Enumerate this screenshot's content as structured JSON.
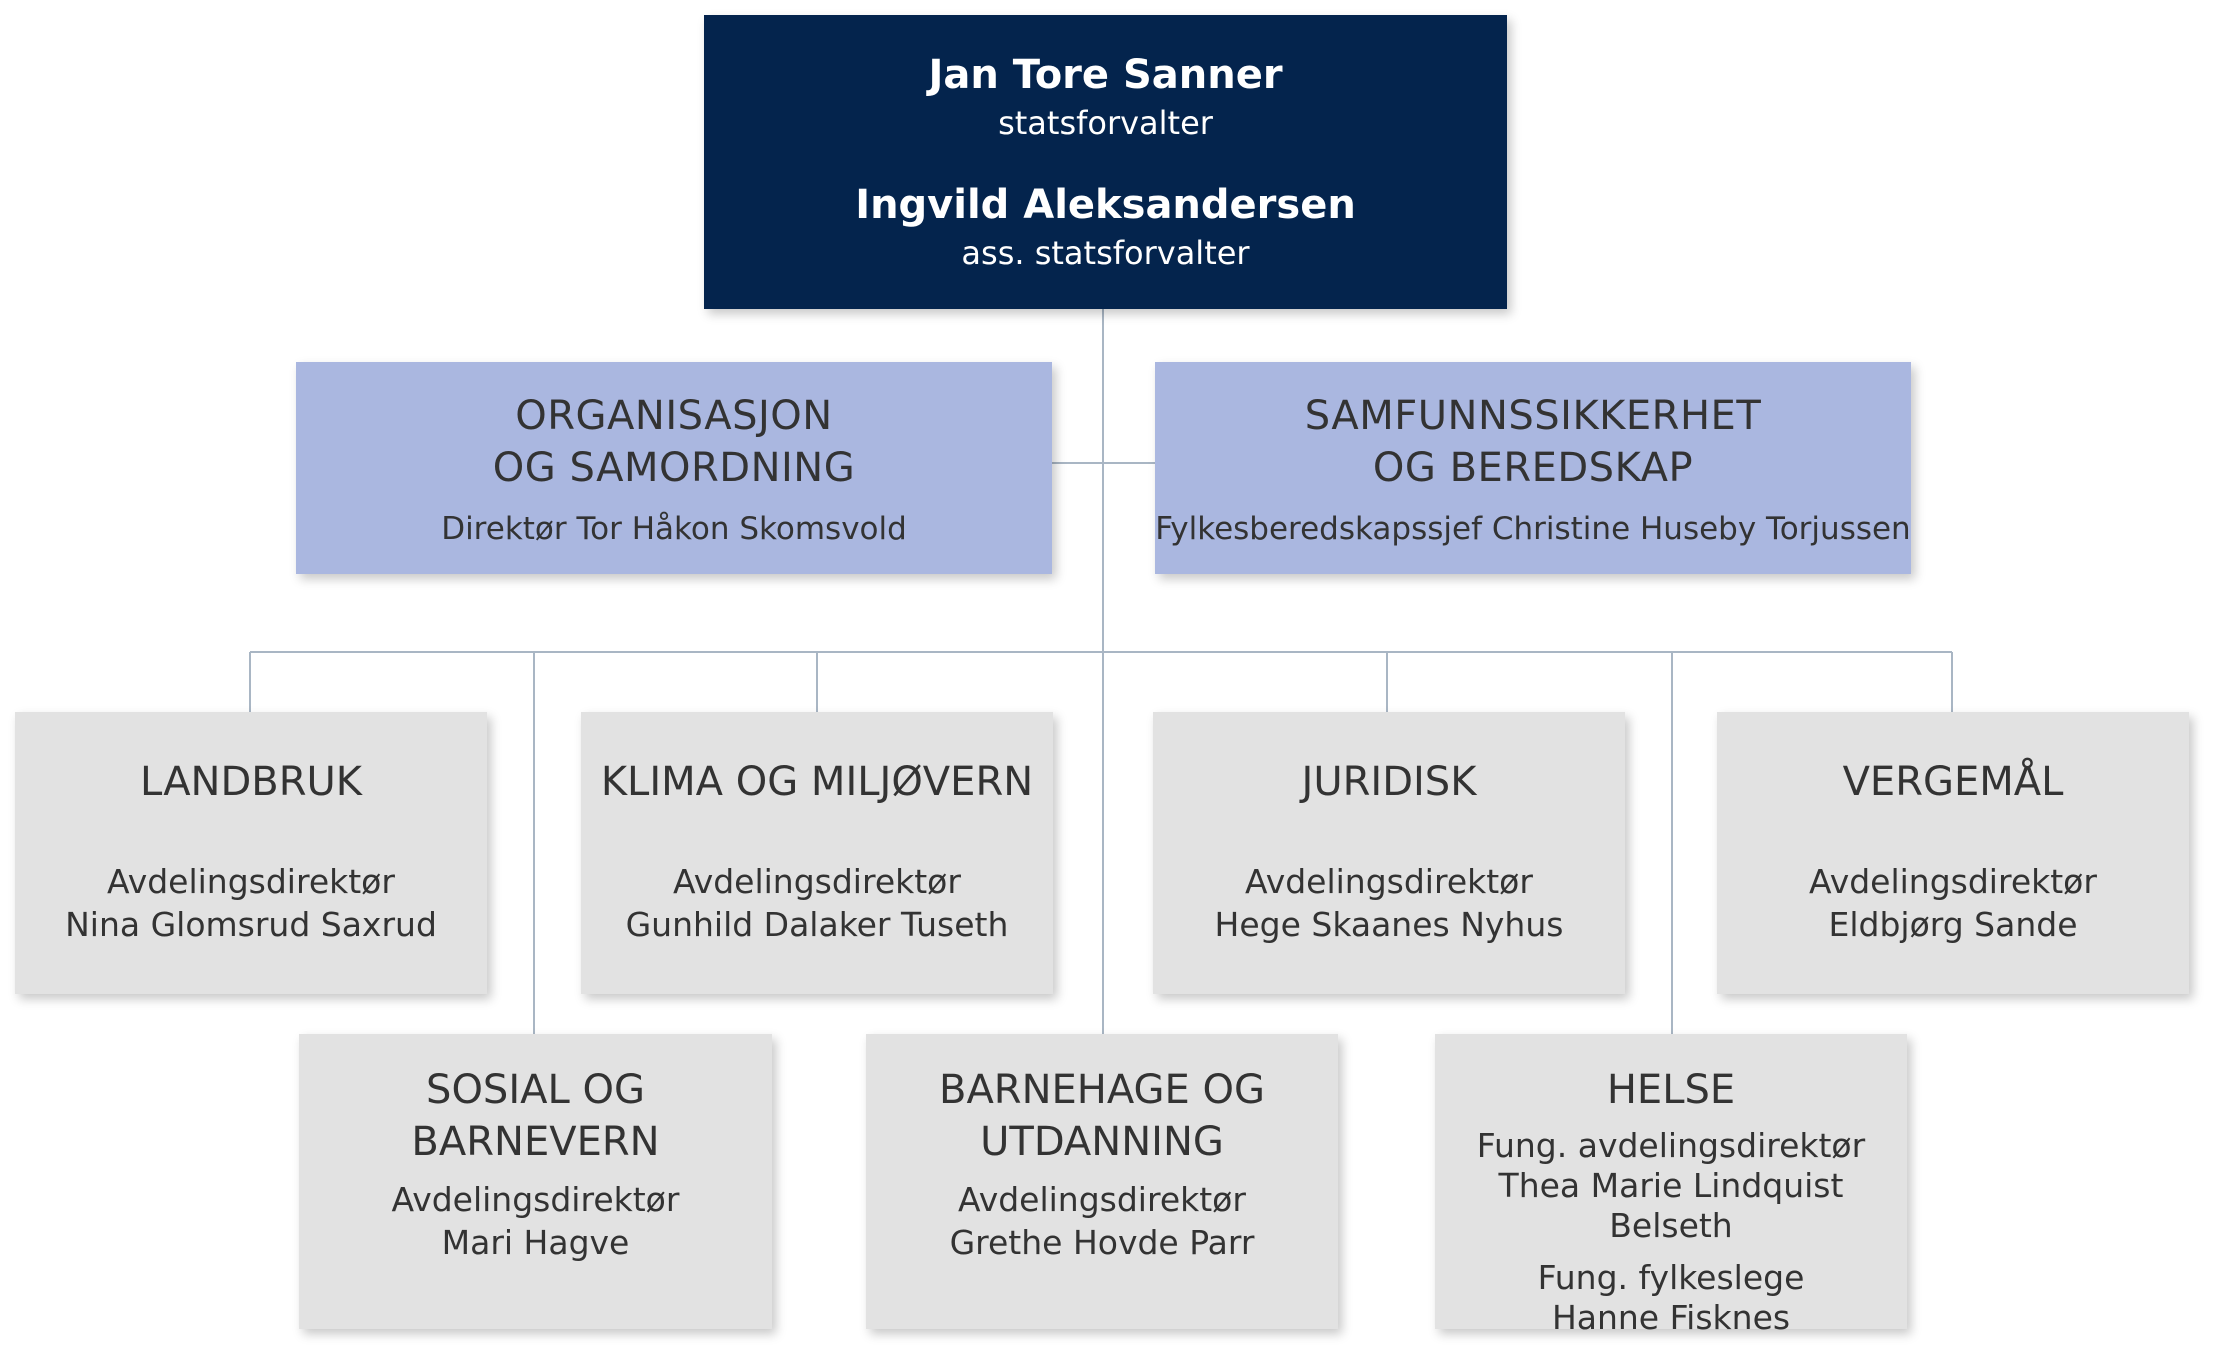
{
  "leadership": {
    "director_name": "Jan Tore Sanner",
    "director_role": "statsforvalter",
    "assistant_name": "Ingvild Aleksandersen",
    "assistant_role": "ass. statsforvalter"
  },
  "staff_units": [
    {
      "title_line1": "ORGANISASJON",
      "title_line2": "OG SAMORDNING",
      "head": "Direktør Tor Håkon Skomsvold"
    },
    {
      "title_line1": "SAMFUNNSSIKKERHET",
      "title_line2": "OG BEREDSKAP",
      "head": "Fylkesberedskapssjef Christine Huseby Torjussen"
    }
  ],
  "departments_row1": [
    {
      "title": "LANDBRUK",
      "role": "Avdelingsdirektør",
      "head": "Nina Glomsrud Saxrud"
    },
    {
      "title": "KLIMA OG MILJØVERN",
      "role": "Avdelingsdirektør",
      "head": "Gunhild Dalaker Tuseth"
    },
    {
      "title": "JURIDISK",
      "role": "Avdelingsdirektør",
      "head": "Hege Skaanes Nyhus"
    },
    {
      "title": "VERGEMÅL",
      "role": "Avdelingsdirektør",
      "head": "Eldbjørg Sande"
    }
  ],
  "departments_row2": [
    {
      "title_line1": "SOSIAL OG",
      "title_line2": "BARNEVERN",
      "role": "Avdelingsdirektør",
      "head": "Mari Hagve"
    },
    {
      "title_line1": "BARNEHAGE OG",
      "title_line2": "UTDANNING",
      "role": "Avdelingsdirektør",
      "head": "Grethe Hovde Parr"
    },
    {
      "title": "HELSE",
      "role1": "Fung. avdelingsdirektør",
      "head1": "Thea Marie Lindquist Belseth",
      "role2": "Fung. fylkeslege",
      "head2": "Hanne Fisknes"
    }
  ],
  "colors": {
    "top_box": "#04244d",
    "staff_box": "#aab7e0",
    "department_box": "#e2e2e2",
    "connector": "#a9b6c4",
    "text": "#333333"
  }
}
